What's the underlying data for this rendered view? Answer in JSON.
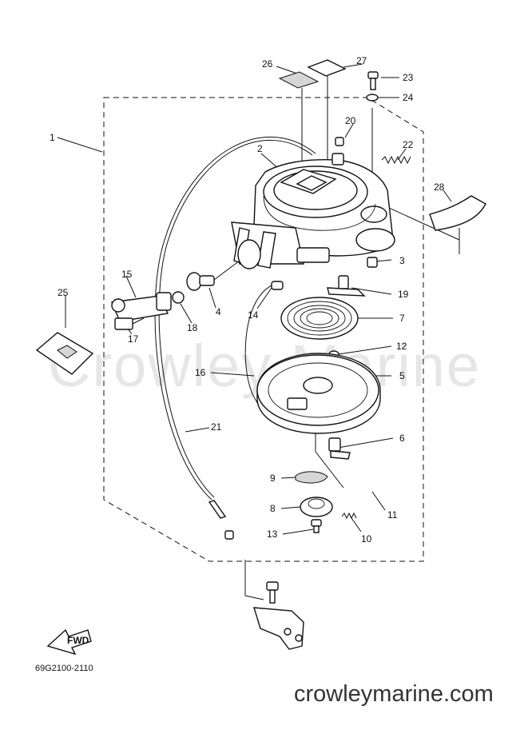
{
  "watermark": "Crowley Marine",
  "diagram_code": "69G2100-2110",
  "site": "crowleymarine.com",
  "fwd_label": "FWD",
  "colors": {
    "line": "#111111",
    "shade": "#d6d6d6",
    "watermark": "#e6e6e6",
    "site_text": "#333333"
  },
  "callouts": {
    "p1": "1",
    "p2": "2",
    "p3": "3",
    "p4": "4",
    "p5": "5",
    "p6": "6",
    "p7": "7",
    "p8": "8",
    "p9": "9",
    "p10": "10",
    "p11": "11",
    "p12": "12",
    "p13": "13",
    "p14": "14",
    "p15": "15",
    "p16": "16",
    "p17": "17",
    "p18": "18",
    "p19": "19",
    "p20": "20",
    "p21": "21",
    "p22": "22",
    "p23": "23",
    "p24": "24",
    "p25": "25",
    "p26": "26",
    "p27": "27",
    "p28": "28"
  }
}
